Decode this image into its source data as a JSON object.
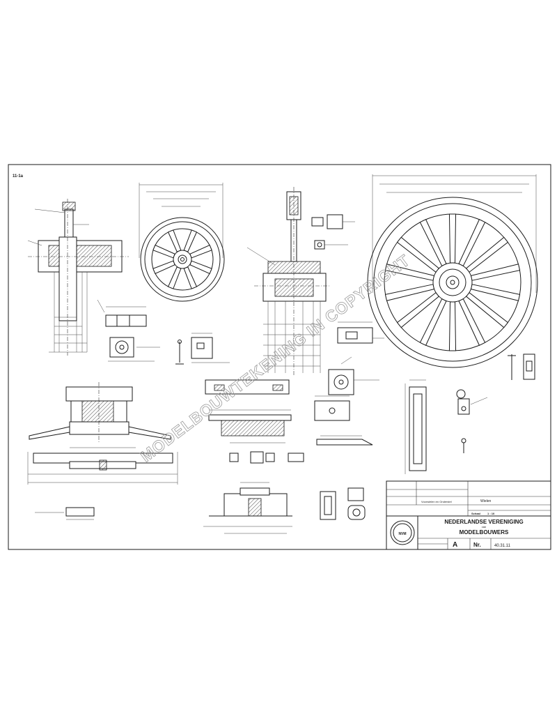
{
  "sheet_id": "11-1a",
  "titleblock": {
    "labels": {
      "scale": "Schaal",
      "number": "Nr.",
      "society": "NEDERLANDSE VERENIGING",
      "society_sub": "van",
      "society_line2": "MODELBOUWERS"
    },
    "scale_ratio": "1 : 10",
    "sheet_code": "A",
    "number_value": "40.31.11",
    "name_line": "Wielen",
    "sub_line": "Voorwielen en Onderstel",
    "logo_text": "NVM"
  },
  "watermark": "MODELBOUWTEKENING IN COPYRIGHT",
  "colors": {
    "ink": "#1a1a1a",
    "paper": "#ffffff",
    "watermark": "#9a9a9a"
  }
}
